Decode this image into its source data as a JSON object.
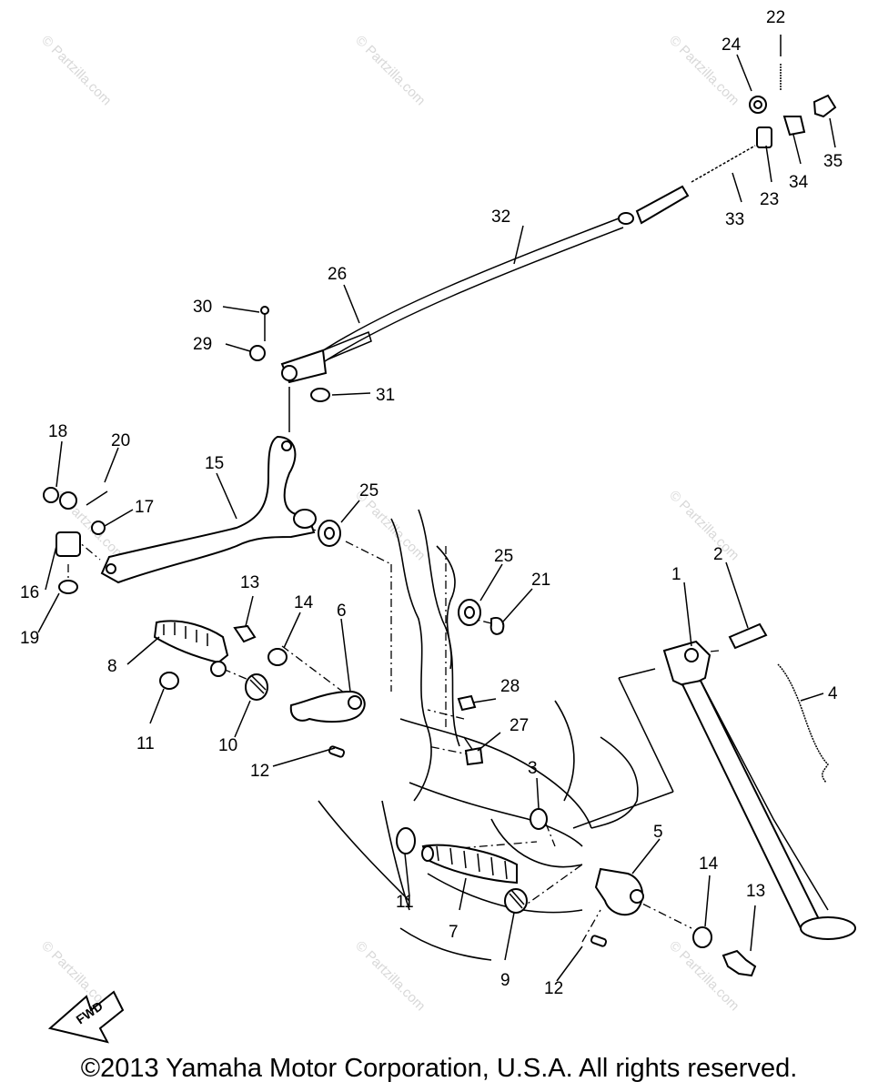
{
  "diagram": {
    "callouts": [
      "1",
      "2",
      "3",
      "4",
      "5",
      "6",
      "7",
      "8",
      "9",
      "10",
      "11",
      "11",
      "12",
      "12",
      "13",
      "13",
      "14",
      "14",
      "15",
      "16",
      "17",
      "18",
      "19",
      "20",
      "21",
      "22",
      "23",
      "24",
      "25",
      "25",
      "26",
      "27",
      "28",
      "29",
      "30",
      "31",
      "32",
      "33",
      "34",
      "35"
    ],
    "fwd_badge": "FWD",
    "watermark": "© Partzilla.com",
    "copyright": "©2013 Yamaha Motor Corporation, U.S.A. All rights reserved."
  }
}
